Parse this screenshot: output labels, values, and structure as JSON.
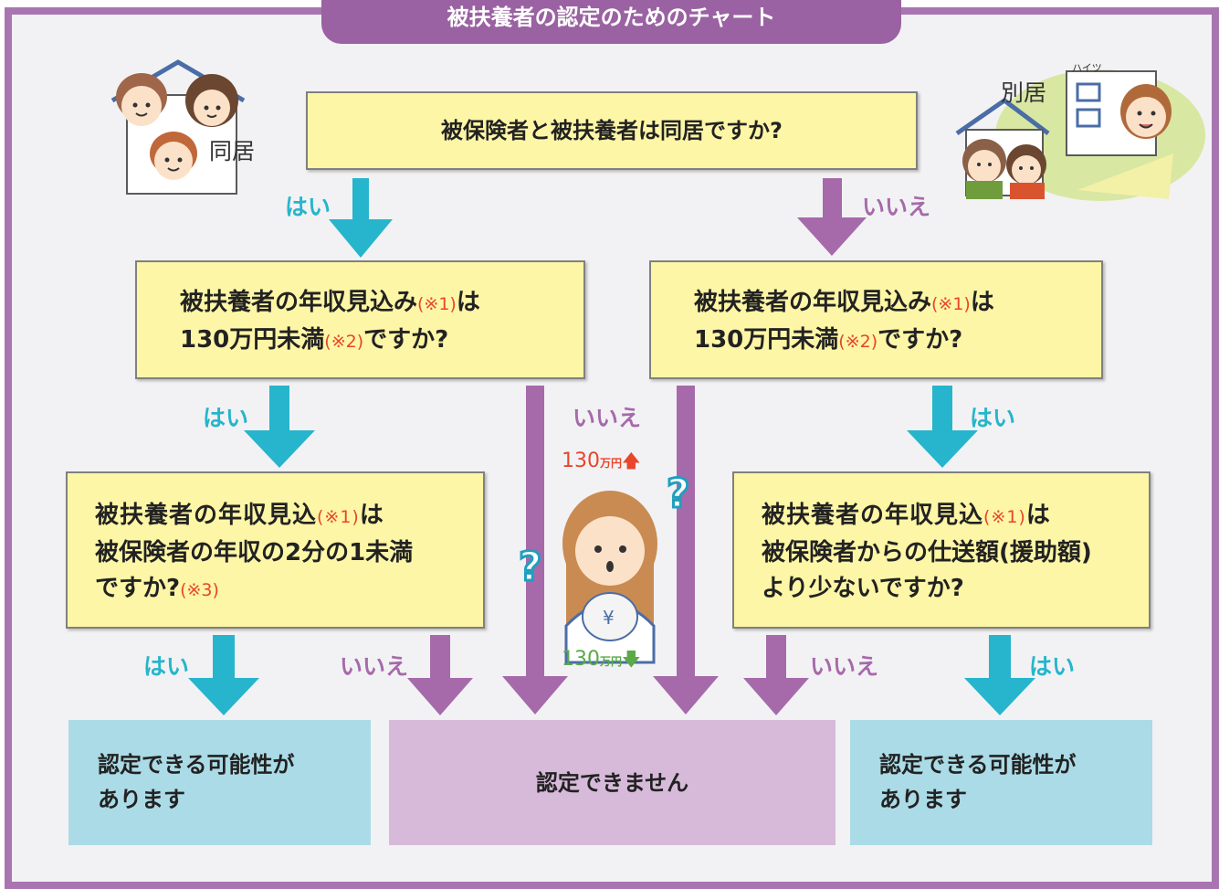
{
  "title": "被扶養者の認定のためのチャート",
  "illustrations": {
    "left_label": "同居",
    "right_label": "別居",
    "apartment_sign": "ハイツ",
    "center_up_amount": "130",
    "center_up_unit": "万円",
    "center_down_amount": "130",
    "center_down_unit": "万円"
  },
  "questions": {
    "q1": "被保険者と被扶養者は同居ですか?",
    "q2_left": {
      "l1a": "被扶養者の年収見込み",
      "l1n": "(※1)",
      "l1b": "は",
      "l2a": "130万円未満",
      "l2n": "(※2)",
      "l2b": "ですか?"
    },
    "q2_right": {
      "l1a": "被扶養者の年収見込み",
      "l1n": "(※1)",
      "l1b": "は",
      "l2a": "130万円未満",
      "l2n": "(※2)",
      "l2b": "ですか?"
    },
    "q3_left": {
      "l1a": "被扶養者の年収見込",
      "l1n": "(※1)",
      "l1b": "は",
      "l2": "被保険者の年収の2分の1未満",
      "l3a": "ですか?",
      "l3n": "(※3)"
    },
    "q3_right": {
      "l1a": "被扶養者の年収見込",
      "l1n": "(※1)",
      "l1b": "は",
      "l2": "被保険者からの仕送額(援助額)",
      "l3": "より少ないですか?"
    }
  },
  "labels": {
    "yes": "はい",
    "no": "いいえ"
  },
  "results": {
    "left": {
      "l1": "認定できる可能性が",
      "l2": "あります"
    },
    "center": "認定できません",
    "right": {
      "l1": "認定できる可能性が",
      "l2": "あります"
    }
  },
  "colors": {
    "frame": "#a875b1",
    "title_tab": "#9a62a2",
    "yes_arrow": "#26b5cc",
    "no_arrow": "#a66aab",
    "question_fill": "#fdf6a6",
    "result_ok_fill": "#abdbe6",
    "result_ng_fill": "#d7bad9",
    "note_red": "#e8452b"
  }
}
